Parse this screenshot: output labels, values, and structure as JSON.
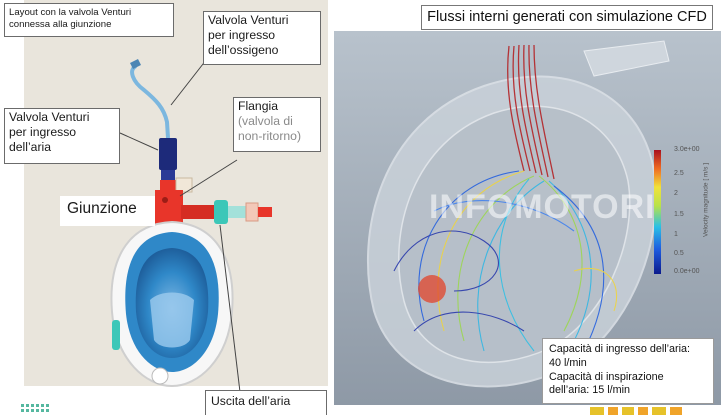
{
  "left_panel": {
    "layout_label": [
      "Layout con la valvola Venturi",
      "connessa alla giunzione"
    ],
    "venturi_oxygen_label": [
      "Valvola Venturi",
      "per ingresso",
      "dell’ossigeno"
    ],
    "venturi_air_label": [
      "Valvola Venturi",
      "per ingresso",
      "dell’aria"
    ],
    "flange_label": {
      "title": "Flangia",
      "sub": [
        "(valvola di",
        "non-ritorno)"
      ]
    },
    "junction_label": "Giunzione",
    "air_exit_label": "Uscita dell’aria"
  },
  "right_panel": {
    "title": "Flussi interni generati con simulazione CFD",
    "watermark": "INFOMOTORI",
    "colorbar": {
      "max_label": "3.0e+00",
      "ticks": [
        "2.5",
        "2",
        "1.5",
        "1",
        "0.5"
      ],
      "min_label": "0.0e+00",
      "axis_label": "Velocity magnitude [ m/s ]"
    },
    "capacity_info": [
      "Capacità di ingresso dell’aria:",
      "40 l/min",
      "Capacità di inspirazione",
      "dell’aria: 15 l/min"
    ]
  },
  "colors": {
    "junction_red": "#e8352a",
    "mask_blue": "#2f88c8",
    "valve_teal": "#3cc7b8",
    "venturi_navy": "#1d2a7a"
  }
}
